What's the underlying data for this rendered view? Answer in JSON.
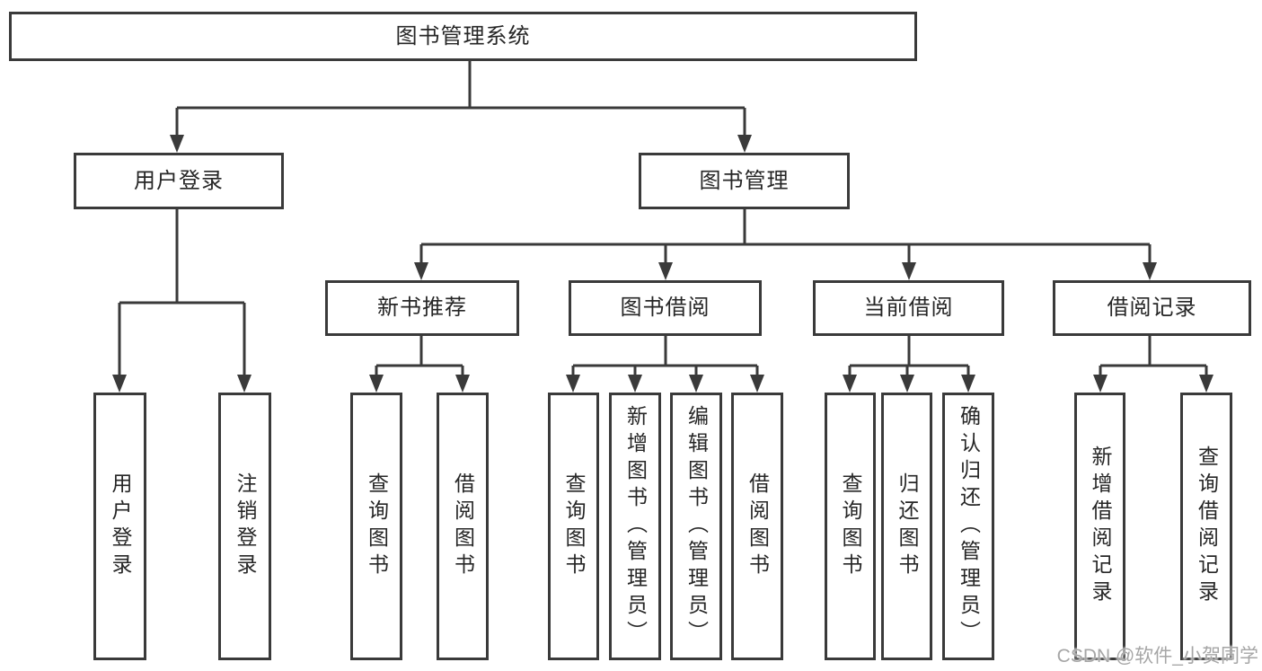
{
  "diagram": {
    "root": {
      "label": "图书管理系统"
    },
    "branches": [
      {
        "label": "用户登录",
        "children": [
          {
            "label": "用户登录"
          },
          {
            "label": "注销登录"
          }
        ]
      },
      {
        "label": "图书管理",
        "children": [
          {
            "label": "新书推荐",
            "children": [
              {
                "label": "查询图书"
              },
              {
                "label": "借阅图书"
              }
            ]
          },
          {
            "label": "图书借阅",
            "children": [
              {
                "label": "查询图书"
              },
              {
                "label": "新增图书（管理员）"
              },
              {
                "label": "编辑图书（管理员）"
              },
              {
                "label": "借阅图书"
              }
            ]
          },
          {
            "label": "当前借阅",
            "children": [
              {
                "label": "查询图书"
              },
              {
                "label": "归还图书"
              },
              {
                "label": "确认归还（管理员）"
              }
            ]
          },
          {
            "label": "借阅记录",
            "children": [
              {
                "label": "新增借阅记录"
              },
              {
                "label": "查询借阅记录"
              }
            ]
          }
        ]
      }
    ]
  },
  "watermark": {
    "text": "CSDN @软件_小贺同学"
  },
  "colors": {
    "line": "#3a3a3a",
    "border": "#3a3a3a",
    "box_fill": "#ffffff",
    "text": "#262626",
    "watermark": "#a6a6a6"
  }
}
